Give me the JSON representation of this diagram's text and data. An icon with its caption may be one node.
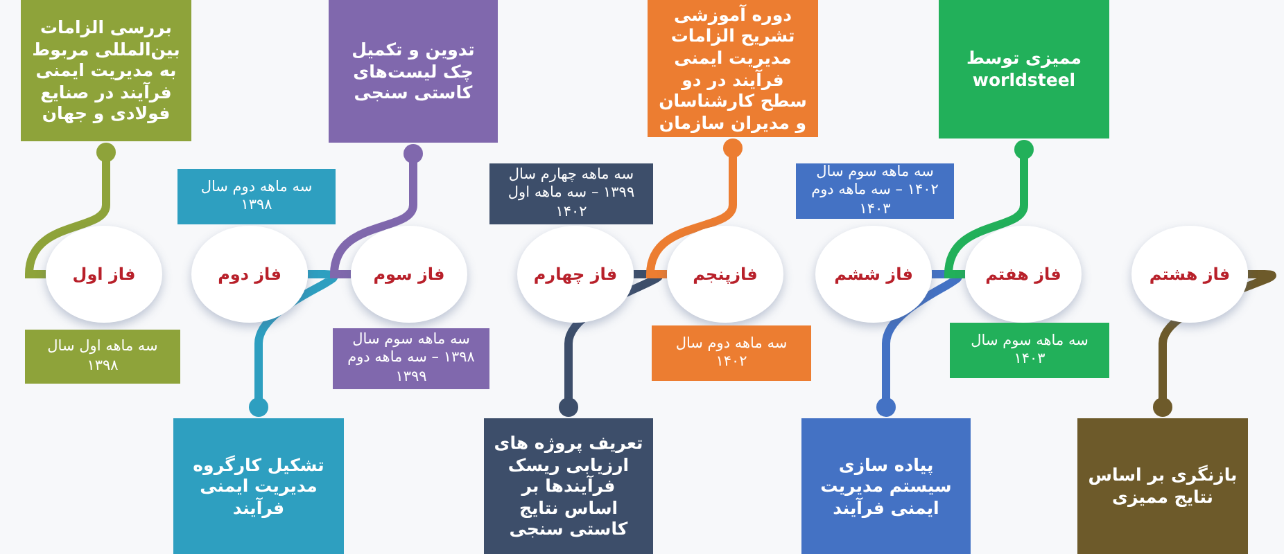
{
  "diagram": {
    "nodes": [
      {
        "text": [
          "فاز اول"
        ]
      },
      {
        "text": [
          "فاز دوم"
        ]
      },
      {
        "text": [
          "فاز سوم"
        ]
      },
      {
        "text": [
          "فاز چهارم"
        ]
      },
      {
        "text": [
          "فازپنجم"
        ]
      },
      {
        "text": [
          "فاز ششم"
        ]
      },
      {
        "text": [
          "فاز هفتم"
        ]
      },
      {
        "text": [
          "فاز هشتم"
        ]
      },
      {
        "text": [
          "بررسی الزامات بین‌المللی مربوط به مدیریت ایمنی فرآیند در صنایع فولادی و جهان"
        ]
      },
      {
        "text": [
          "تشکیل کارگروه مدیریت ایمنی فرآیند"
        ]
      },
      {
        "text": [
          "تدوین و تکمیل چک لیست‌های کاستی سنجی"
        ]
      },
      {
        "text": [
          "تعریف پروژه های ارزیابی ریسک فرآیندها بر اساس نتایج کاستی سنجی"
        ]
      },
      {
        "text": [
          "دوره آموزشی تشریح الزامات مدیریت ایمنی فرآیند در دو سطح کارشناسان و مدیران سازمان"
        ]
      },
      {
        "text": [
          "پیاده سازی سیستم مدیریت ایمنی فرآیند"
        ]
      },
      {
        "text": [
          "ممیزی توسط worldsteel"
        ]
      },
      {
        "text": [
          "بازنگری بر اساس نتایج ممیزی"
        ]
      },
      {
        "text": [
          "سه ماهه اول سال ۱۳۹۸"
        ]
      },
      {
        "text": [
          "سه ماهه دوم سال ۱۳۹۸"
        ]
      },
      {
        "text": [
          "سه ماهه سوم سال ۱۳۹۸ – سه ماهه دوم ۱۳۹۹"
        ]
      },
      {
        "text": [
          "سه ماهه چهارم سال ۱۳۹۹ – سه ماهه اول ۱۴۰۲"
        ]
      },
      {
        "text": [
          "سه ماهه دوم سال ۱۴۰۲"
        ]
      },
      {
        "text": [
          "سه ماهه سوم سال ۱۴۰۲ – سه ماهه دوم ۱۴۰۳"
        ]
      },
      {
        "text": [
          "سه ماهه سوم سال ۱۴۰۳"
        ]
      }
    ],
    "edges": [
      {
        "from": 0,
        "to": 8,
        "arrow": "other",
        "color": "#8ea33a"
      },
      {
        "from": 1,
        "to": 9,
        "arrow": "other",
        "color": "#2e9fc0"
      },
      {
        "from": 2,
        "to": 10,
        "arrow": "other",
        "color": "#8068ad"
      },
      {
        "from": 3,
        "to": 11,
        "arrow": "other",
        "color": "#3d4e6a"
      },
      {
        "from": 4,
        "to": 12,
        "arrow": "other",
        "color": "#ec7d31"
      },
      {
        "from": 5,
        "to": 13,
        "arrow": "other",
        "color": "#4472c4"
      },
      {
        "from": 6,
        "to": 14,
        "arrow": "other",
        "color": "#22b05a"
      },
      {
        "from": 7,
        "to": 15,
        "arrow": "other",
        "color": "#6d5a2a"
      }
    ]
  }
}
